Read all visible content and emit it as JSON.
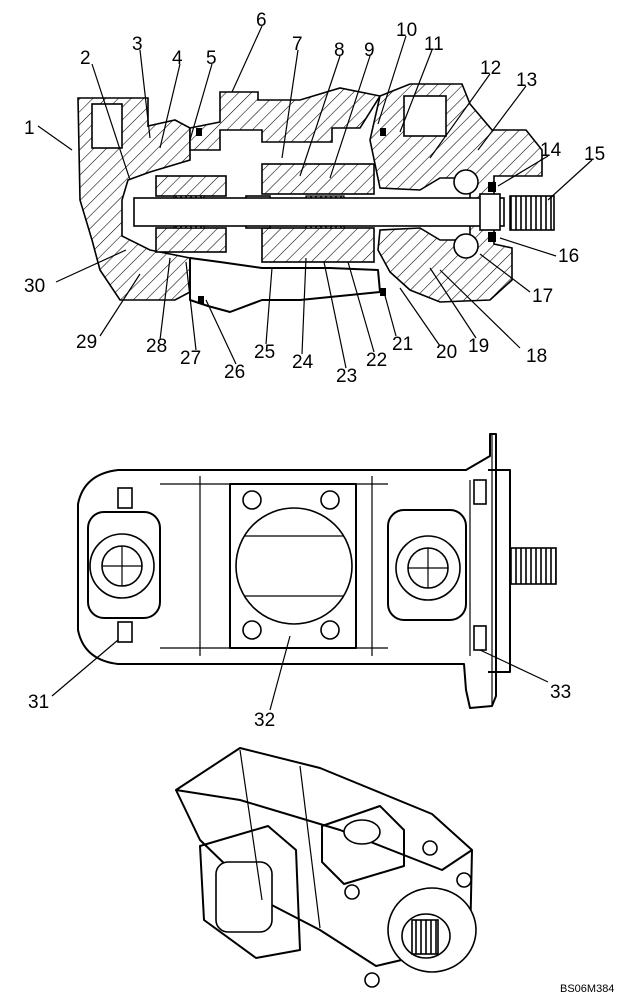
{
  "callouts": [
    "1",
    "2",
    "3",
    "4",
    "5",
    "6",
    "7",
    "8",
    "9",
    "10",
    "11",
    "12",
    "13",
    "14",
    "15",
    "16",
    "17",
    "18",
    "19",
    "20",
    "21",
    "22",
    "23",
    "24",
    "25",
    "26",
    "27",
    "28",
    "29",
    "30",
    "31",
    "32",
    "33"
  ],
  "drawing_code": "BS06M384",
  "views": {
    "cross_section": "hydraulic-pump-cross-section",
    "top_view": "hydraulic-pump-top-view",
    "isometric": "hydraulic-pump-isometric"
  }
}
